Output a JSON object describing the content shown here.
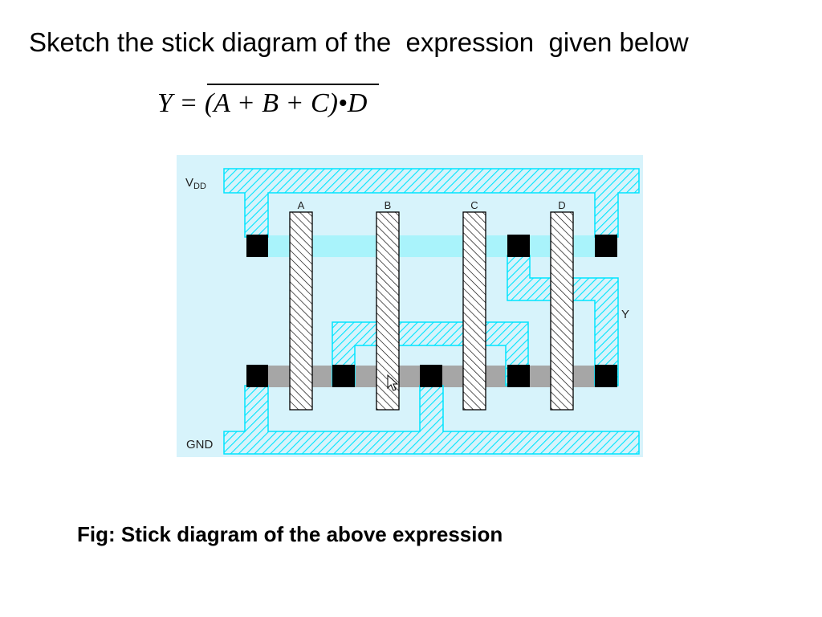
{
  "slide": {
    "title": "Sketch the stick diagram of the  expression  given below",
    "formula": "Y = (A + B + C)•D",
    "caption": "Fig: Stick diagram of the above expression"
  },
  "diagram": {
    "labels": {
      "vdd": "V",
      "vdd_sub": "DD",
      "gnd": "GND",
      "output": "Y"
    },
    "inputs": [
      "A",
      "B",
      "C",
      "D"
    ],
    "colors": {
      "background": "#d7f3fb",
      "metal": "#00e5ff",
      "p_diffusion": "#a9f3fb",
      "n_diffusion": "#a6a6a6",
      "poly_hatch": "#000000",
      "contact": "#000000"
    }
  }
}
